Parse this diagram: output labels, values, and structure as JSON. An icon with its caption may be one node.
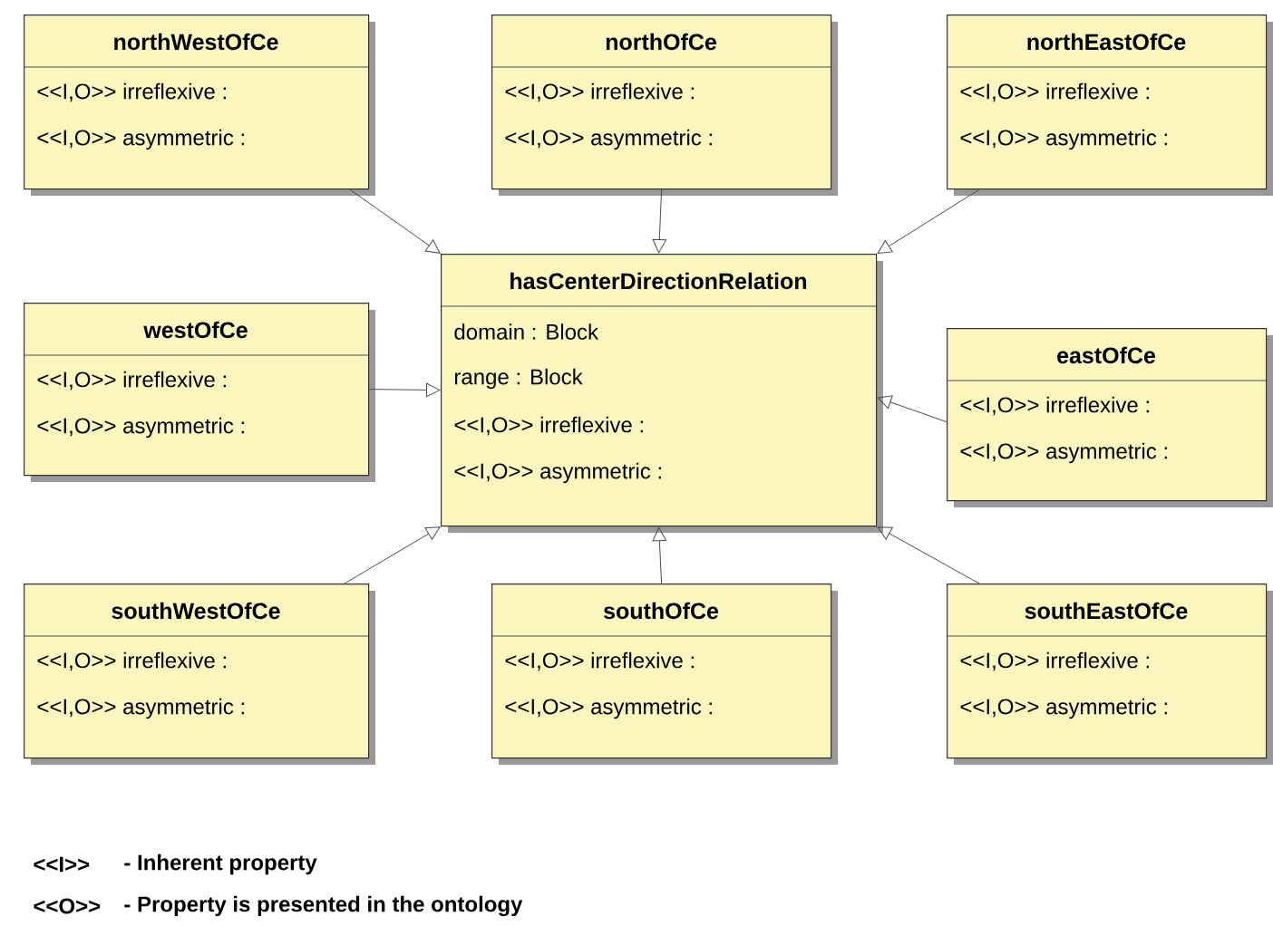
{
  "diagram": {
    "nodes": [
      {
        "text": [
          "northWestOfCe",
          "<<I,O>>  irreflexive :",
          "<<I,O>>  asymmetric :"
        ]
      },
      {
        "text": [
          "northOfCe",
          "<<I,O>>  irreflexive :",
          "<<I,O>>  asymmetric :"
        ]
      },
      {
        "text": [
          "northEastOfCe",
          "<<I,O>>  irreflexive :",
          "<<I,O>>  asymmetric :"
        ]
      },
      {
        "text": [
          "westOfCe",
          "<<I,O>>  irreflexive :",
          "<<I,O>>  asymmetric :"
        ]
      },
      {
        "text": [
          "hasCenterDirectionRelation",
          "domain : Block",
          "range : Block",
          "<<I,O>>  irreflexive :",
          "<<I,O>>  asymmetric :"
        ]
      },
      {
        "text": [
          "eastOfCe",
          "<<I,O>>  irreflexive :",
          "<<I,O>>  asymmetric :"
        ]
      },
      {
        "text": [
          "southWestOfCe",
          "<<I,O>>  irreflexive :",
          "<<I,O>>  asymmetric :"
        ]
      },
      {
        "text": [
          "southOfCe",
          "<<I,O>>  irreflexive :",
          "<<I,O>>  asymmetric :"
        ]
      },
      {
        "text": [
          "southEastOfCe",
          "<<I,O>>  irreflexive :",
          "<<I,O>>  asymmetric :"
        ]
      }
    ],
    "edges": [
      {
        "from": 0,
        "to": 4,
        "arrow": "to"
      },
      {
        "from": 1,
        "to": 4,
        "arrow": "to"
      },
      {
        "from": 2,
        "to": 4,
        "arrow": "to"
      },
      {
        "from": 3,
        "to": 4,
        "arrow": "to"
      },
      {
        "from": 5,
        "to": 4,
        "arrow": "to"
      },
      {
        "from": 6,
        "to": 4,
        "arrow": "to"
      },
      {
        "from": 7,
        "to": 4,
        "arrow": "to"
      },
      {
        "from": 8,
        "to": 4,
        "arrow": "to"
      }
    ],
    "labels": [
      "<<I>>",
      "-  Inherent property",
      "<<O>>",
      "-  Property is presented in the ontology"
    ]
  }
}
